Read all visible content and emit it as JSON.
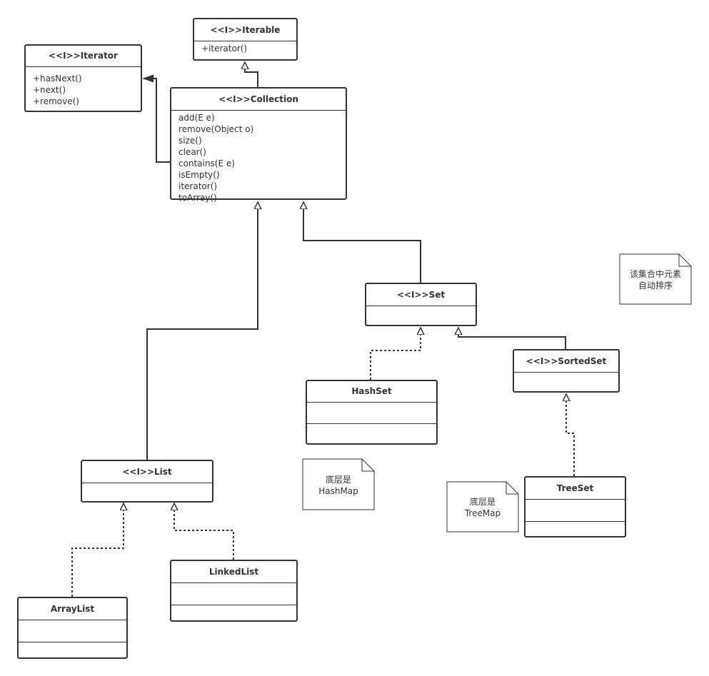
{
  "classes": {
    "iterable": {
      "title": "<<I>>Iterable",
      "ops": [
        "+iterator()"
      ]
    },
    "iterator": {
      "title": "<<I>>Iterator",
      "ops": [
        "+hasNext()",
        "+next()",
        "+remove()"
      ]
    },
    "collection": {
      "title": "<<I>>Collection",
      "ops": [
        "add(E e)",
        "remove(Object o)",
        "size()",
        "clear()",
        "contains(E e)",
        "isEmpty()",
        "iterator()",
        "toArray()"
      ]
    },
    "set": {
      "title": "<<I>>Set"
    },
    "sortedset": {
      "title": "<<I>>SortedSet"
    },
    "list": {
      "title": "<<I>>List"
    },
    "hashset": {
      "title": "HashSet"
    },
    "treeset": {
      "title": "TreeSet"
    },
    "arraylist": {
      "title": "ArrayList"
    },
    "linkedlist": {
      "title": "LinkedList"
    }
  },
  "notes": {
    "sort": {
      "line1": "该集合中元素",
      "line2": "自动排序"
    },
    "hashmap": {
      "line1": "底层是",
      "line2": "HashMap"
    },
    "treemap": {
      "line1": "底层是",
      "line2": "TreeMap"
    }
  }
}
